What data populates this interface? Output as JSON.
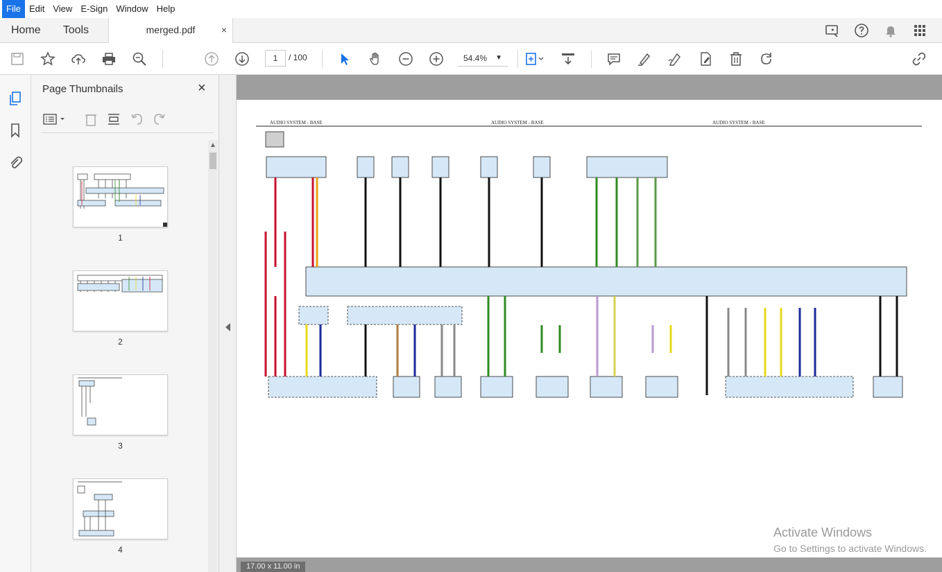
{
  "menu": {
    "items": [
      "File",
      "Edit",
      "View",
      "E-Sign",
      "Window",
      "Help"
    ]
  },
  "tabs": {
    "home": "Home",
    "tools": "Tools",
    "document": "merged.pdf",
    "close": "×"
  },
  "toolbar": {
    "page_current": "1",
    "page_total": "/ 100",
    "zoom": "54.4%"
  },
  "panel": {
    "title": "Page Thumbnails",
    "close": "×",
    "thumbnails": [
      "1",
      "2",
      "3",
      "4"
    ]
  },
  "document": {
    "headers": [
      "AUDIO SYSTEM - BASE",
      "AUDIO SYSTEM - BASE",
      "AUDIO SYSTEM - BASE"
    ],
    "page_size": "17.00 x 11.00 in"
  },
  "watermark": {
    "line1": "Activate Windows",
    "line2": "Go to Settings to activate Windows."
  },
  "colors": {
    "accent": "#1a73e8",
    "wire_red": "#c8102e",
    "wire_black": "#111111",
    "wire_green": "#2e8b22",
    "wire_yellow": "#e8d81a",
    "wire_blue": "#1a2a9a",
    "module_fill": "#d6e8f7"
  }
}
